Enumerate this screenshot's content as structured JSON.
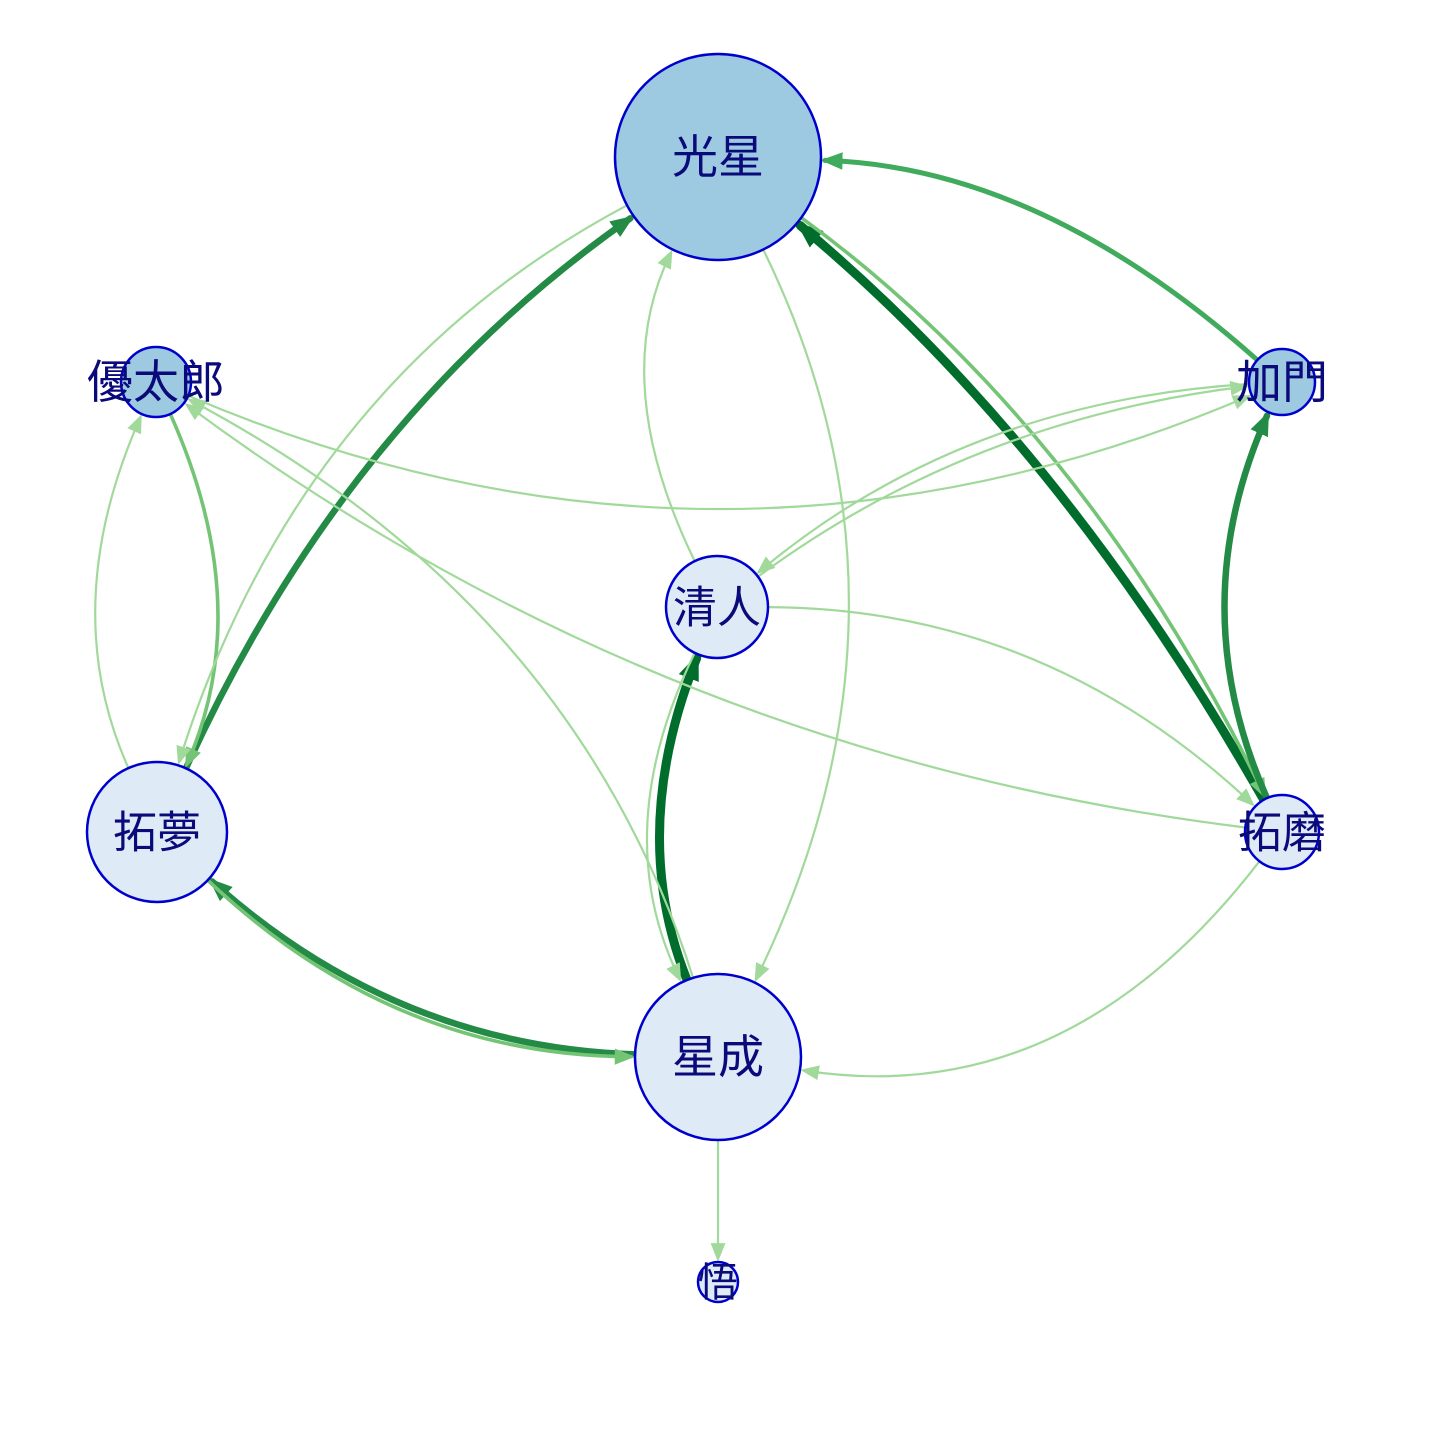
{
  "diagram": {
    "nodes": [
      {
        "id": "kousei",
        "label": "光星",
        "fill": "#9ecae1"
      },
      {
        "id": "yutaro",
        "label": "優太郎",
        "fill": "#9ecae1"
      },
      {
        "id": "kamon",
        "label": "加門",
        "fill": "#9ecae1"
      },
      {
        "id": "kiyoto",
        "label": "清人",
        "fill": "#deebf7"
      },
      {
        "id": "takumu",
        "label": "拓夢",
        "fill": "#deebf7"
      },
      {
        "id": "takuma",
        "label": "拓磨",
        "fill": "#deebf7"
      },
      {
        "id": "seinaru",
        "label": "星成",
        "fill": "#deebf7"
      },
      {
        "id": "satoru",
        "label": "悟",
        "fill": "#deebf7"
      }
    ],
    "edges": [
      {
        "from": "takumu",
        "to": "kousei",
        "weight": 4
      },
      {
        "from": "takuma",
        "to": "kousei",
        "weight": 5
      },
      {
        "from": "kousei",
        "to": "takuma",
        "weight": 2
      },
      {
        "from": "kamon",
        "to": "kousei",
        "weight": 3
      },
      {
        "from": "takuma",
        "to": "kamon",
        "weight": 4
      },
      {
        "from": "seinaru",
        "to": "kiyoto",
        "weight": 5
      },
      {
        "from": "seinaru",
        "to": "takumu",
        "weight": 4
      },
      {
        "from": "takumu",
        "to": "seinaru",
        "weight": 2
      },
      {
        "from": "yutaro",
        "to": "takumu",
        "weight": 2
      },
      {
        "from": "takumu",
        "to": "yutaro",
        "weight": 1
      },
      {
        "from": "kousei",
        "to": "takumu",
        "weight": 1
      },
      {
        "from": "kiyoto",
        "to": "kousei",
        "weight": 1
      },
      {
        "from": "seinaru",
        "to": "yutaro",
        "weight": 1
      },
      {
        "from": "takuma",
        "to": "yutaro",
        "weight": 1
      },
      {
        "from": "yutaro",
        "to": "kamon",
        "weight": 1
      },
      {
        "from": "kamon",
        "to": "kiyoto",
        "weight": 1
      },
      {
        "from": "kiyoto",
        "to": "kamon",
        "weight": 1
      },
      {
        "from": "kiyoto",
        "to": "takuma",
        "weight": 1
      },
      {
        "from": "takuma",
        "to": "seinaru",
        "weight": 1
      },
      {
        "from": "kousei",
        "to": "seinaru",
        "weight": 1
      },
      {
        "from": "kiyoto",
        "to": "seinaru",
        "weight": 1
      },
      {
        "from": "seinaru",
        "to": "satoru",
        "weight": 1
      }
    ]
  }
}
